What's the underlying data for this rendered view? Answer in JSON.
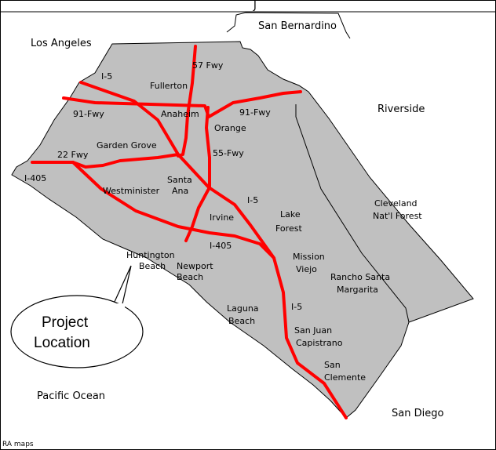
{
  "title_fragment": "J",
  "counties": {
    "los_angeles": "Los Angeles",
    "san_bernardino": "San Bernardino",
    "riverside": "Riverside",
    "san_diego": "San Diego"
  },
  "water": {
    "pacific_ocean": "Pacific Ocean"
  },
  "forest": {
    "line1": "Cleveland",
    "line2": "Nat'l Forest"
  },
  "highways": {
    "i5_north": "I-5",
    "fwy57": "57 Fwy",
    "fwy91_west": "91-Fwy",
    "fwy91_east": "91-Fwy",
    "fwy22": "22 Fwy",
    "i405_west": "I-405",
    "fwy55": "55-Fwy",
    "i5_mid": "I-5",
    "i405_south": "I-405",
    "i5_south": "I-5"
  },
  "cities": {
    "fullerton": "Fullerton",
    "anaheim": "Anaheim",
    "orange": "Orange",
    "garden_grove": "Garden Grove",
    "westminister": "Westminister",
    "santa_ana_1": "Santa",
    "santa_ana_2": "Ana",
    "irvine": "Irvine",
    "lake_forest_1": "Lake",
    "lake_forest_2": "Forest",
    "huntington_1": "Huntington",
    "huntington_2": "Beach",
    "newport_1": "Newport",
    "newport_2": "Beach",
    "mission_viejo_1": "Mission",
    "mission_viejo_2": "Viejo",
    "rsm_1": "Rancho Santa",
    "rsm_2": "Margarita",
    "laguna_1": "Laguna",
    "laguna_2": "Beach",
    "sjc_1": "San Juan",
    "sjc_2": "Capistrano",
    "san_clemente_1": "San",
    "san_clemente_2": "Clemente"
  },
  "callout": {
    "line1": "Project",
    "line2": "Location"
  },
  "credit": "RA maps",
  "colors": {
    "land": "#c0c0c0",
    "freeway": "#ff0000",
    "outline": "#000000"
  }
}
